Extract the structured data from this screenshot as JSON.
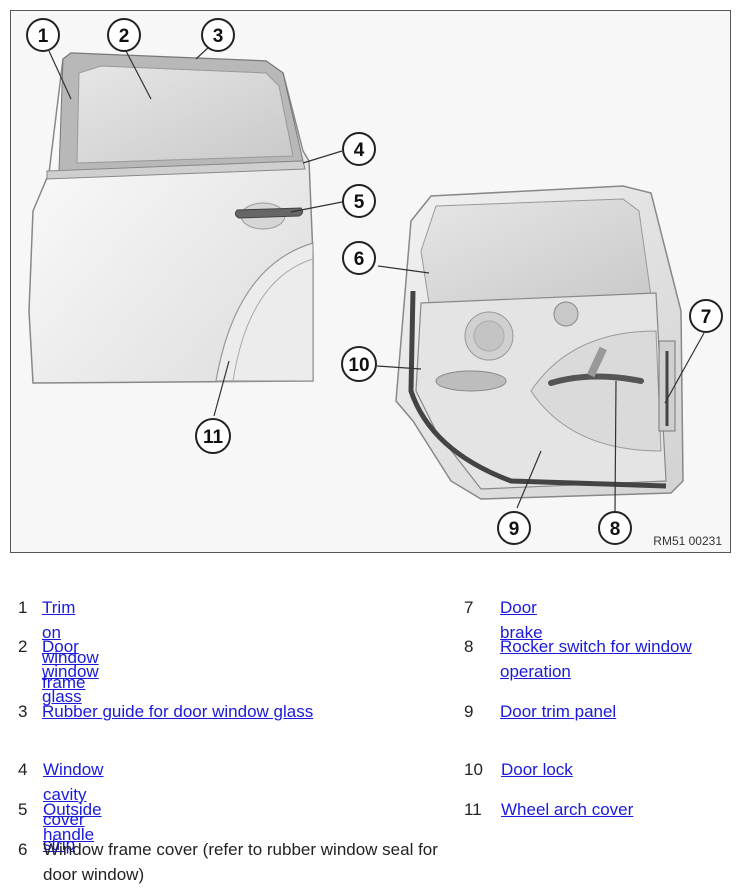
{
  "figure": {
    "code": "RM51 00231",
    "callouts": [
      "1",
      "2",
      "3",
      "4",
      "5",
      "6",
      "7",
      "8",
      "9",
      "10",
      "11"
    ]
  },
  "legend": [
    {
      "num": "1",
      "label": "Trim on window frame",
      "link": true
    },
    {
      "num": "2",
      "label": "Door window glass",
      "link": true
    },
    {
      "num": "3",
      "label": "Rubber guide for door window glass",
      "link": true
    },
    {
      "num": "4",
      "label": "Window cavity cover strip",
      "link": true
    },
    {
      "num": "5",
      "label": "Outside handle",
      "link": true
    },
    {
      "num": "6",
      "label": "Window frame cover (refer to rubber window seal for door window)",
      "link": false
    },
    {
      "num": "7",
      "label": "Door brake",
      "link": true
    },
    {
      "num": "8",
      "label": "Rocker switch for window operation",
      "link": true
    },
    {
      "num": "9",
      "label": "Door trim panel",
      "link": true
    },
    {
      "num": "10",
      "label": "Door lock",
      "link": true
    },
    {
      "num": "11",
      "label": "Wheel arch cover",
      "link": true
    }
  ],
  "colors": {
    "link": "#1a1adb",
    "text": "#222222",
    "frame": "#555555"
  }
}
